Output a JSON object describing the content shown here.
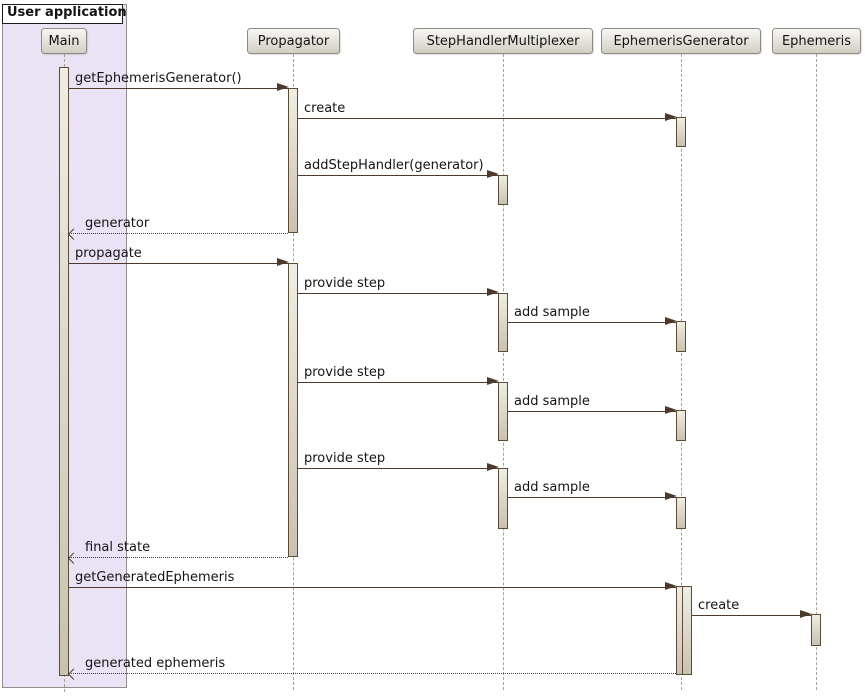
{
  "diagram": {
    "frame_title": "User application",
    "participants": [
      {
        "name": "Main"
      },
      {
        "name": "Propagator"
      },
      {
        "name": "StepHandlerMultiplexer"
      },
      {
        "name": "EphemerisGenerator"
      },
      {
        "name": "Ephemeris"
      }
    ],
    "messages": [
      {
        "label": "getEphemerisGenerator()",
        "from": "Main",
        "to": "Propagator",
        "kind": "call"
      },
      {
        "label": "create",
        "from": "Propagator",
        "to": "EphemerisGenerator",
        "kind": "call"
      },
      {
        "label": "addStepHandler(generator)",
        "from": "Propagator",
        "to": "StepHandlerMultiplexer",
        "kind": "call"
      },
      {
        "label": "generator",
        "from": "Propagator",
        "to": "Main",
        "kind": "return"
      },
      {
        "label": "propagate",
        "from": "Main",
        "to": "Propagator",
        "kind": "call"
      },
      {
        "label": "provide step",
        "from": "Propagator",
        "to": "StepHandlerMultiplexer",
        "kind": "call"
      },
      {
        "label": "add sample",
        "from": "StepHandlerMultiplexer",
        "to": "EphemerisGenerator",
        "kind": "call"
      },
      {
        "label": "provide step",
        "from": "Propagator",
        "to": "StepHandlerMultiplexer",
        "kind": "call"
      },
      {
        "label": "add sample",
        "from": "StepHandlerMultiplexer",
        "to": "EphemerisGenerator",
        "kind": "call"
      },
      {
        "label": "provide step",
        "from": "Propagator",
        "to": "StepHandlerMultiplexer",
        "kind": "call"
      },
      {
        "label": "add sample",
        "from": "StepHandlerMultiplexer",
        "to": "EphemerisGenerator",
        "kind": "call"
      },
      {
        "label": "final state",
        "from": "Propagator",
        "to": "Main",
        "kind": "return"
      },
      {
        "label": "getGeneratedEphemeris",
        "from": "Main",
        "to": "EphemerisGenerator",
        "kind": "call"
      },
      {
        "label": "create",
        "from": "EphemerisGenerator",
        "to": "Ephemeris",
        "kind": "call"
      },
      {
        "label": "generated ephemeris",
        "from": "EphemerisGenerator",
        "to": "Main",
        "kind": "return"
      }
    ],
    "colors": {
      "arrow": "#4e3a2a",
      "lifeline": "#a9a096",
      "act_border": "#5d4a37",
      "act_top": "#f0ede3",
      "act_bottom": "#c9c2b0",
      "frame_fill": "#e9e3f5",
      "frame_border": "#8e8e8e",
      "tab_border": "#1b1b1b",
      "part_border": "#8e8b83",
      "text": "#141414"
    }
  }
}
